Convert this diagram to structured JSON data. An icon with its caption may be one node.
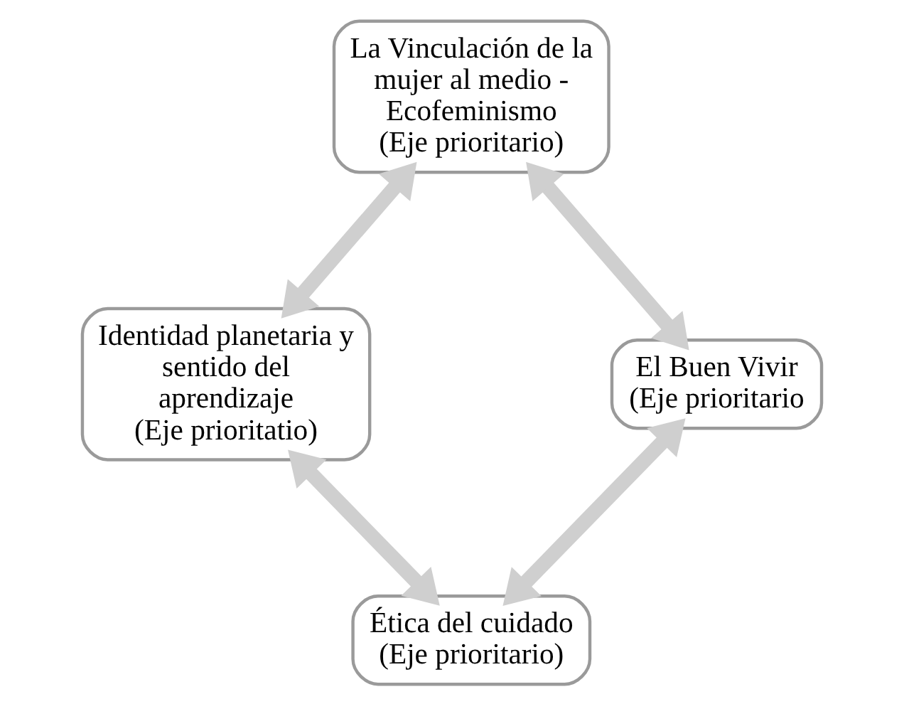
{
  "diagram": {
    "nodes": [
      {
        "text": [
          "La Vinculación de la mujer al medio - Ecofeminismo",
          "(Eje prioritario)"
        ]
      },
      {
        "text": [
          "Identidad planetaria y sentido del aprendizaje",
          "(Eje prioritatio)"
        ]
      },
      {
        "text": [
          "El Buen Vivir",
          "(Eje prioritario"
        ]
      },
      {
        "text": [
          "Ética del cuidado",
          "(Eje prioritario)"
        ]
      }
    ],
    "edges": [
      {
        "from": 0,
        "to": 2,
        "arrow": "both"
      },
      {
        "from": 2,
        "to": 3,
        "arrow": "both"
      },
      {
        "from": 1,
        "to": 3,
        "arrow": "both"
      },
      {
        "from": 0,
        "to": 1,
        "arrow": "both"
      }
    ]
  }
}
